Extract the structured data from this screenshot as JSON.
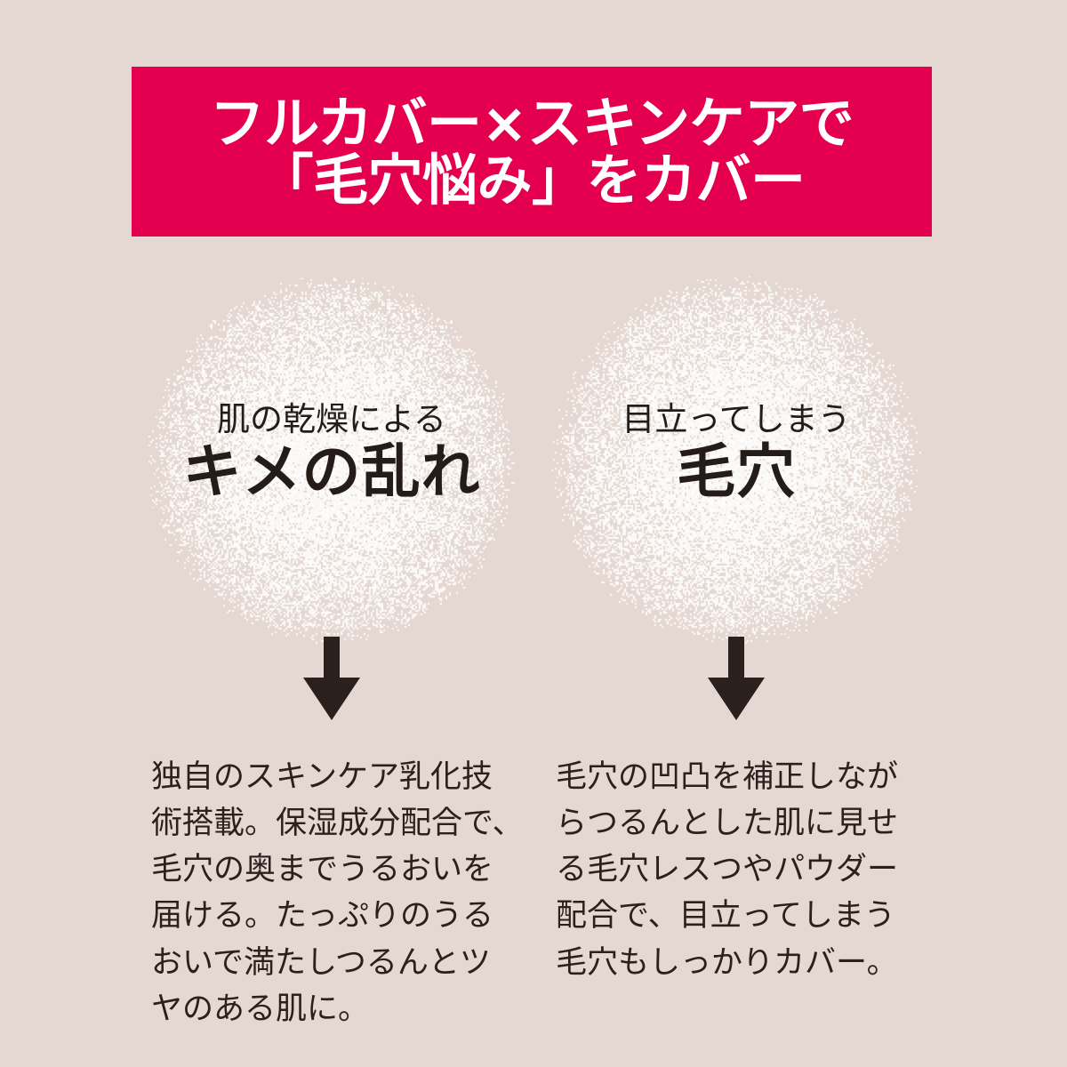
{
  "theme": {
    "background_color": "#e5d8d2",
    "banner_color": "#e4004f",
    "banner_text_color": "#ffffff",
    "heading_text_color": "#241c19",
    "body_text_color": "#2a211e",
    "arrow_color": "#2a211e",
    "speckle_color": "#ffffff"
  },
  "banner": {
    "line1": "フルカバー×スキンケアで",
    "line2": "「毛穴悩み」をカバー"
  },
  "columns": [
    {
      "id": "kime",
      "circle": {
        "subtitle": "肌の乾燥による",
        "title": "キメの乱れ"
      },
      "arrow": "down-arrow-icon",
      "body": "独自のスキンケア乳化技\n術搭載。保湿成分配合で、\n毛穴の奥までうるおいを\n届ける。たっぷりのうる\nおいで満たしつるんとツ\nヤのある肌に。"
    },
    {
      "id": "keana",
      "circle": {
        "subtitle": "目立ってしまう",
        "title": "毛穴"
      },
      "arrow": "down-arrow-icon",
      "body": "毛穴の凹凸を補正しなが\nらつるんとした肌に見せ\nる毛穴レスつやパウダー\n配合で、目立ってしまう\n毛穴もしっかりカバー。"
    }
  ]
}
